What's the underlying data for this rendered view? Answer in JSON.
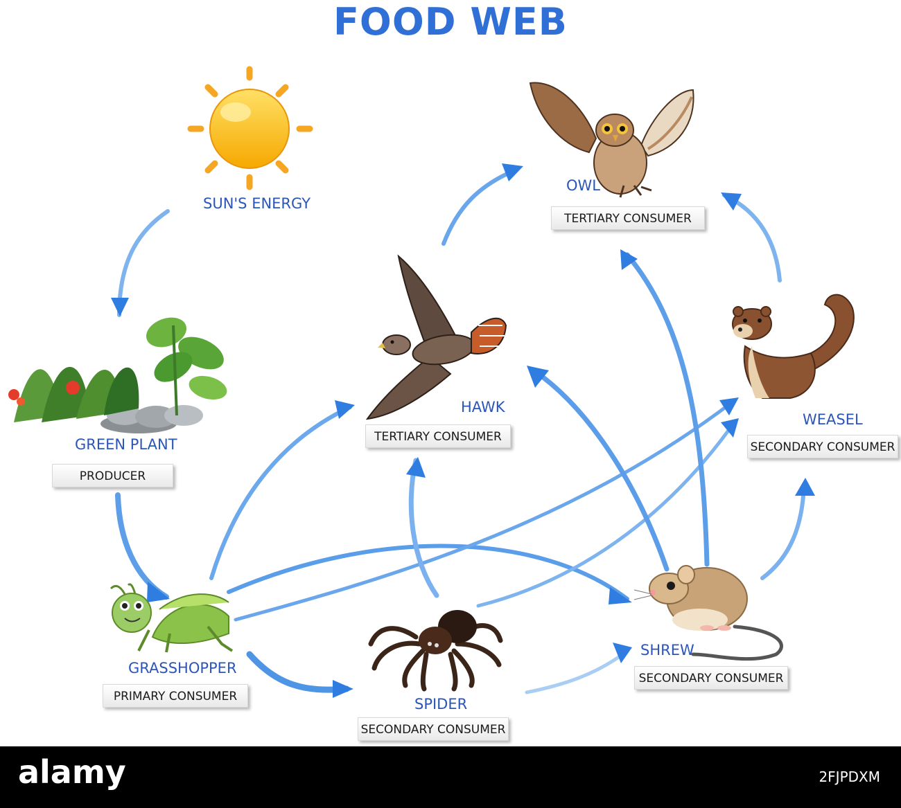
{
  "title": "FOOD WEB",
  "nodes": {
    "sun": {
      "name": "SUN'S ENERGY"
    },
    "plant": {
      "name": "GREEN PLANT",
      "role": "PRODUCER"
    },
    "grasshopper": {
      "name": "GRASSHOPPER",
      "role": "PRIMARY CONSUMER"
    },
    "spider": {
      "name": "SPIDER",
      "role": "SECONDARY CONSUMER"
    },
    "shrew": {
      "name": "SHREW",
      "role": "SECONDARY CONSUMER"
    },
    "hawk": {
      "name": "HAWK",
      "role": "TERTIARY CONSUMER"
    },
    "owl": {
      "name": "OWL",
      "role": "TERTIARY CONSUMER"
    },
    "weasel": {
      "name": "WEASEL",
      "role": "SECONDARY CONSUMER"
    }
  },
  "colors": {
    "arrow": "#2f7de0",
    "arrow_light": "#a9cdf3",
    "label": "#2b56b8",
    "title": "#2f6fd6"
  },
  "footer": {
    "logo": "alamy",
    "image_id": "2FJPDXM"
  }
}
